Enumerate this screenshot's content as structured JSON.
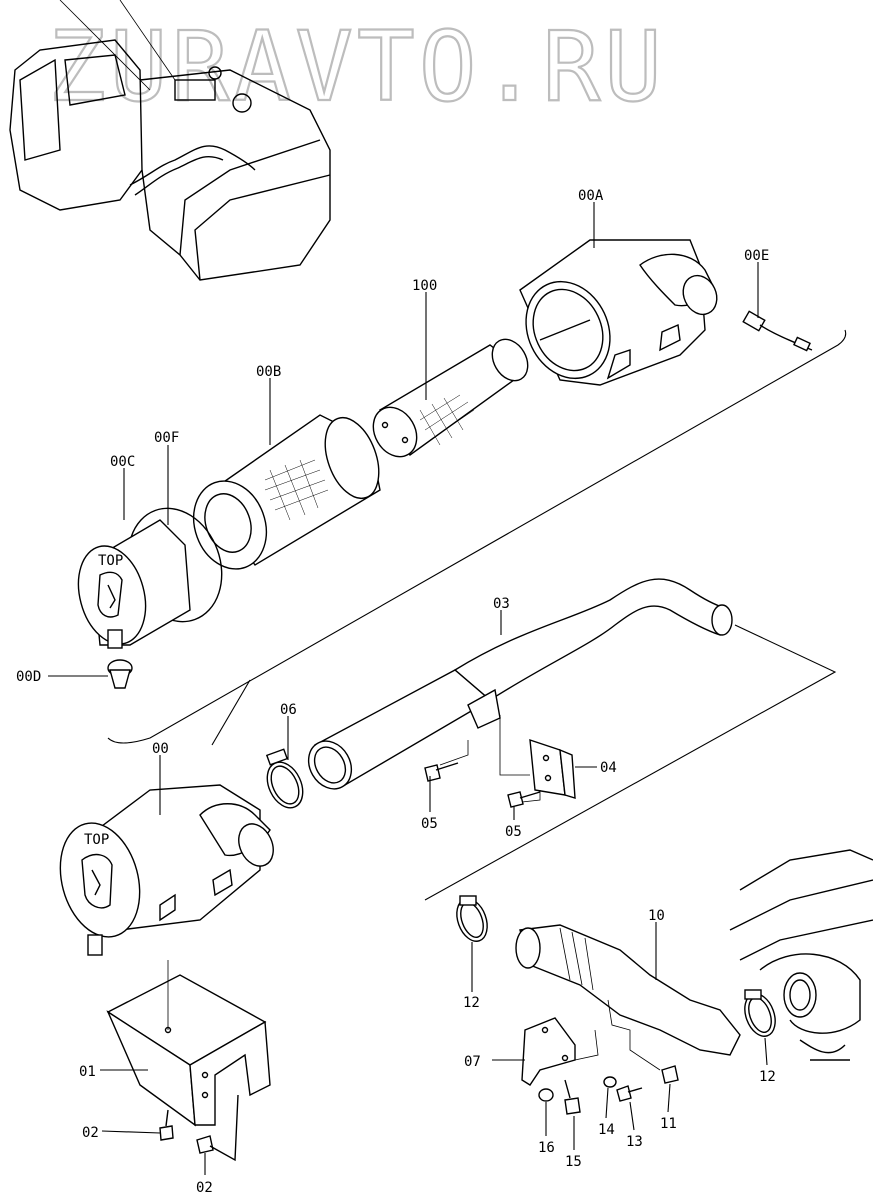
{
  "watermark": "ZURAVTO.RU",
  "labels": {
    "l00A": "00A",
    "l00E": "00E",
    "l100": "100",
    "l00B": "00B",
    "l00F": "00F",
    "l00C": "00C",
    "l00D": "00D",
    "l03": "03",
    "l06": "06",
    "l00": "00",
    "l04": "04",
    "l05a": "05",
    "l05b": "05",
    "l10": "10",
    "l12a": "12",
    "l12b": "12",
    "l07": "07",
    "l01": "01",
    "l02a": "02",
    "l02b": "02",
    "l14": "14",
    "l13": "13",
    "l11": "11",
    "l16": "16",
    "l15": "15"
  },
  "markings": {
    "top_a": "TOP",
    "top_b": "TOP"
  }
}
